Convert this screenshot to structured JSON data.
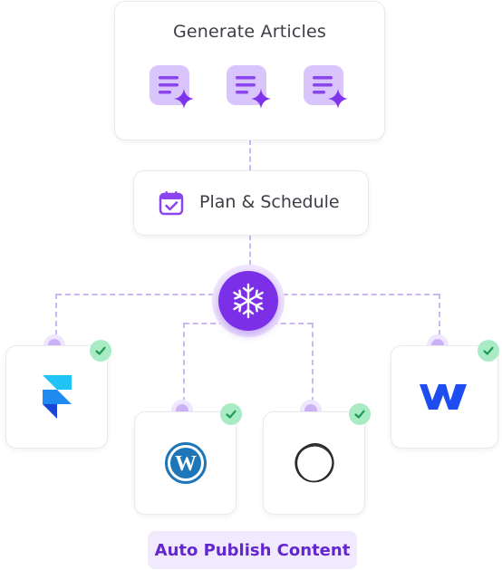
{
  "generate": {
    "title": "Generate Articles",
    "icons": [
      "article-sparkle-icon",
      "article-sparkle-icon",
      "article-sparkle-icon"
    ]
  },
  "plan": {
    "label": "Plan & Schedule",
    "icon": "calendar-check-icon"
  },
  "hub": {
    "icon": "snowflake-icon"
  },
  "platforms": [
    {
      "name": "Framer",
      "icon": "framer-logo",
      "status": "published"
    },
    {
      "name": "WordPress",
      "icon": "wordpress-logo",
      "status": "published"
    },
    {
      "name": "Circle",
      "icon": "circle-logo",
      "status": "published"
    },
    {
      "name": "Webflow",
      "icon": "webflow-logo",
      "status": "published"
    }
  ],
  "footer": {
    "label": "Auto Publish Content"
  },
  "colors": {
    "accent": "#7b2fe6",
    "accent_light": "#f0e6fe",
    "check": "#a8ebc4",
    "pill_text": "#6426cf"
  }
}
